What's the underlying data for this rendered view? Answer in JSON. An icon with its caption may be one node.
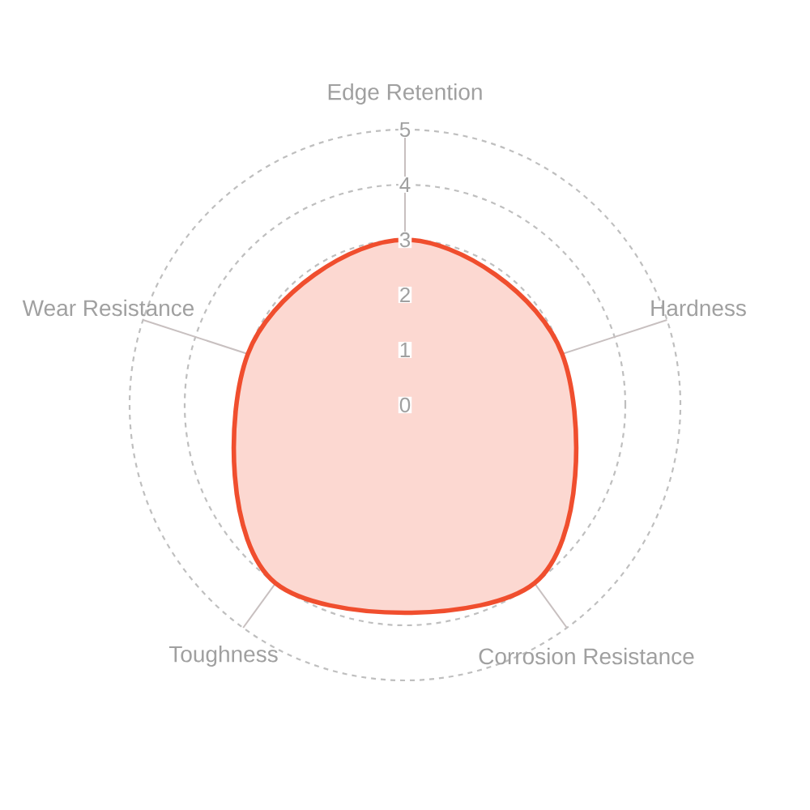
{
  "diagram": {
    "labels": [
      "Edge Retention",
      "5",
      "4",
      "3",
      "2",
      "Wear Resistance",
      "Hardness",
      "1",
      "0",
      "Toughness",
      "Corrosion Resistance"
    ]
  }
}
